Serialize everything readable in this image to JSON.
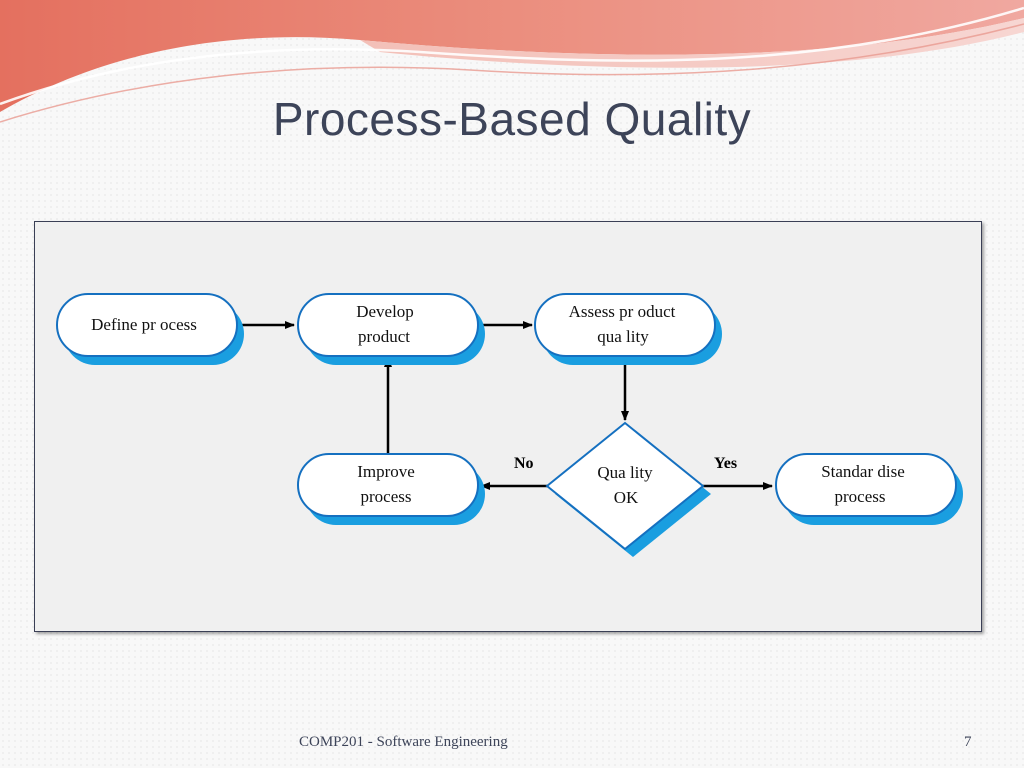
{
  "title": "Process-Based Quality",
  "footer": {
    "course": "COMP201 - Software Engineering",
    "page_number": "7"
  },
  "colors": {
    "accent": "#1a9ee0",
    "node_border": "#1570c0",
    "title_text": "#3d4459",
    "swoosh": "#e06a5a"
  },
  "diagram": {
    "nodes": [
      {
        "id": "define",
        "shape": "rounded",
        "lines": [
          "Define pr ocess"
        ]
      },
      {
        "id": "develop",
        "shape": "rounded",
        "lines": [
          "Develop",
          "product"
        ]
      },
      {
        "id": "assess",
        "shape": "rounded",
        "lines": [
          "Assess pr oduct",
          "qua lity"
        ]
      },
      {
        "id": "improve",
        "shape": "rounded",
        "lines": [
          "Improve",
          "process"
        ]
      },
      {
        "id": "quality",
        "shape": "diamond",
        "lines": [
          "Qua lity",
          "OK"
        ]
      },
      {
        "id": "standardise",
        "shape": "rounded",
        "lines": [
          "Standar dise",
          "process"
        ]
      }
    ],
    "edges": [
      {
        "from": "define",
        "to": "develop",
        "label": ""
      },
      {
        "from": "develop",
        "to": "assess",
        "label": ""
      },
      {
        "from": "assess",
        "to": "quality",
        "label": ""
      },
      {
        "from": "quality",
        "to": "improve",
        "label": "No"
      },
      {
        "from": "quality",
        "to": "standardise",
        "label": "Yes"
      },
      {
        "from": "improve",
        "to": "develop",
        "label": ""
      }
    ]
  }
}
